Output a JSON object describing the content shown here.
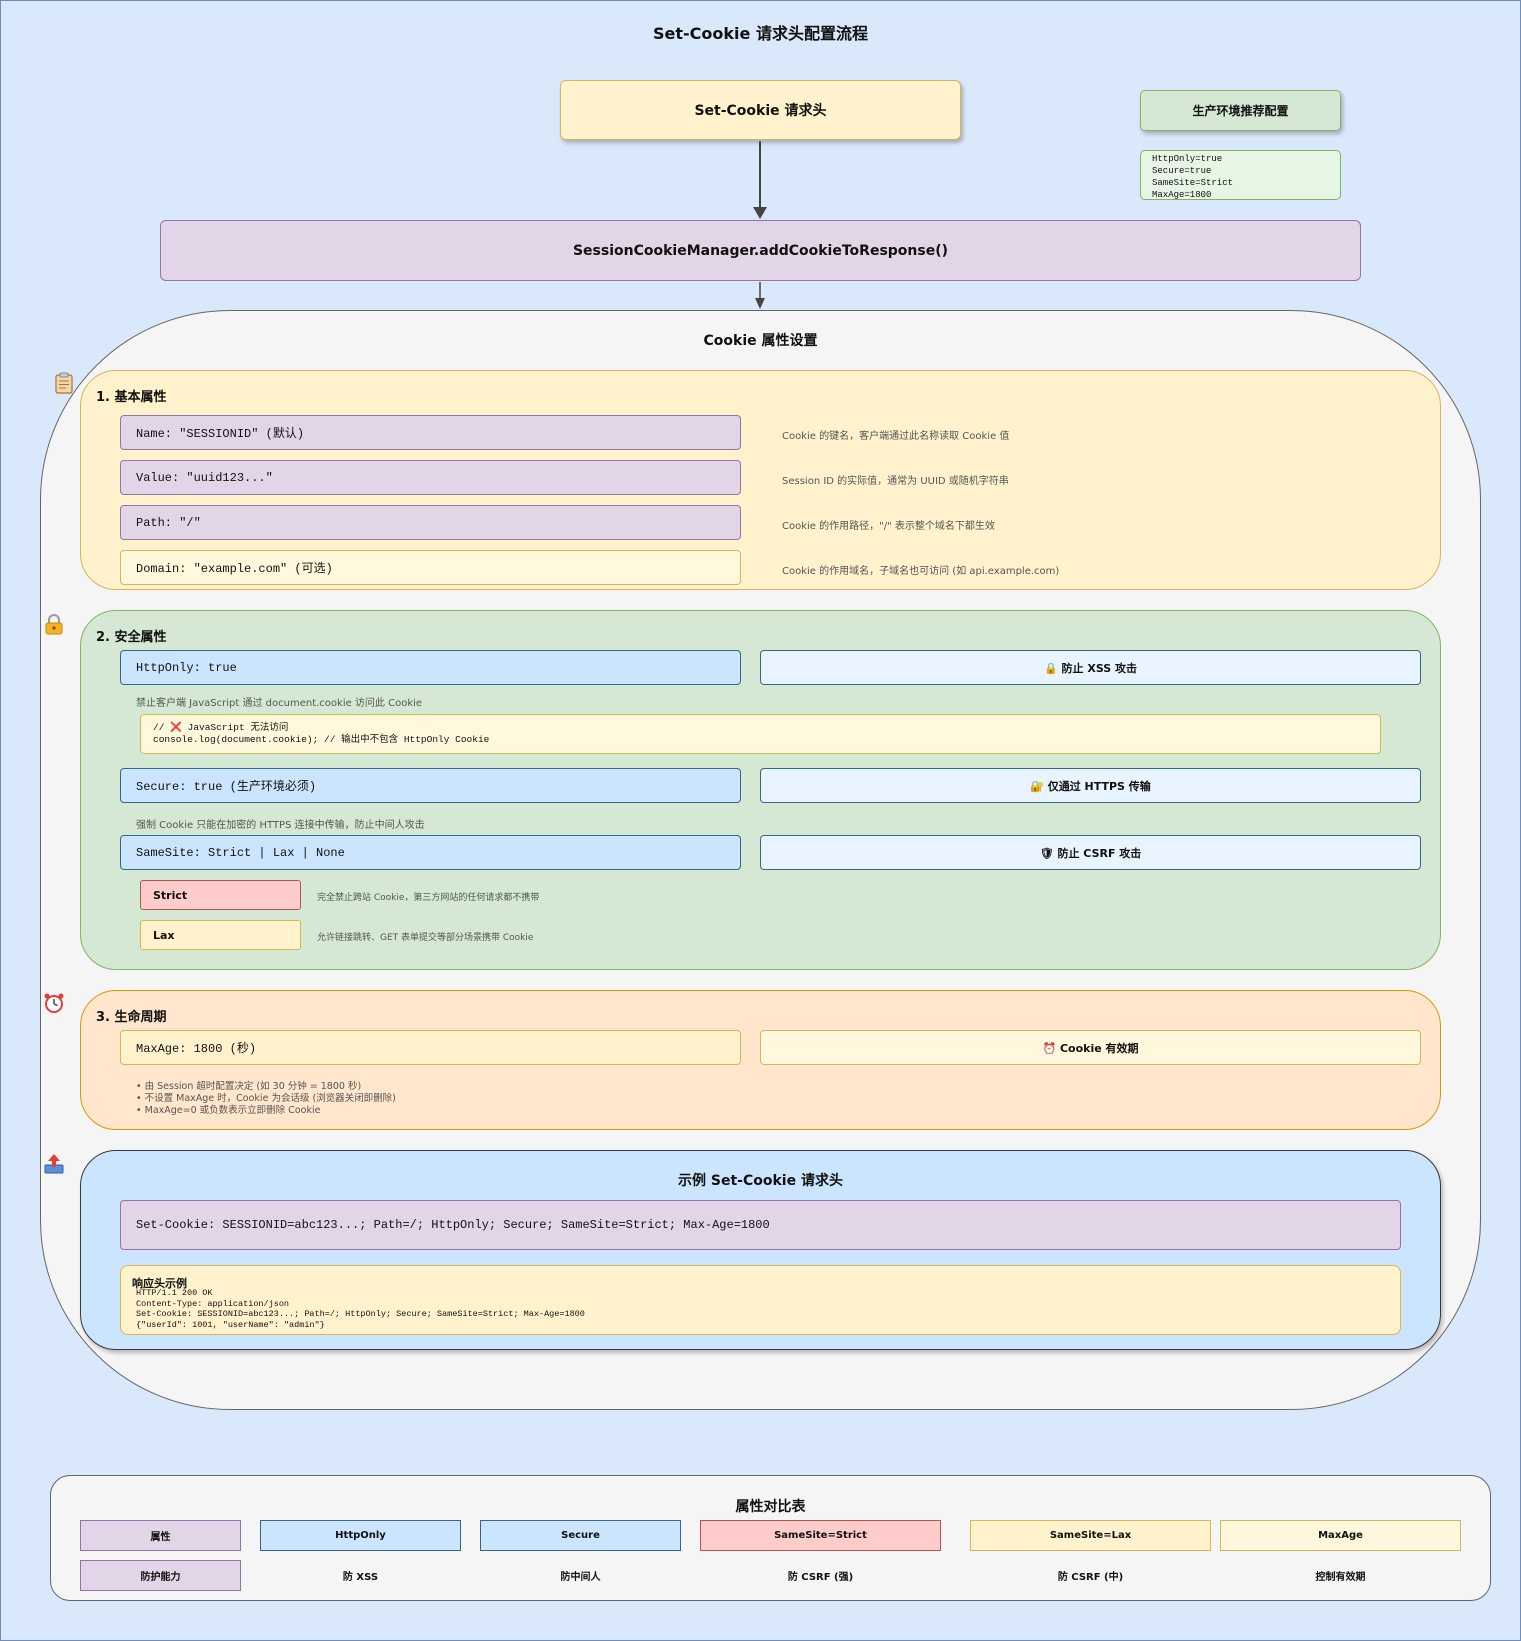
{
  "title": "Set-Cookie 请求头配置流程",
  "header": {
    "label": "Set-Cookie 请求头"
  },
  "production": {
    "title": "生产环境推荐配置",
    "code": "HttpOnly=true\nSecure=true\nSameSite=Strict\nMaxAge=1800"
  },
  "manager": {
    "label": "SessionCookieManager.addCookieToResponse()"
  },
  "cookie_settings": {
    "title": "Cookie 属性设置",
    "basic": {
      "title": "1. 基本属性",
      "items": [
        {
          "attr": "Name: \"SESSIONID\" (默认)",
          "desc": "Cookie 的键名，客户端通过此名称读取 Cookie 值"
        },
        {
          "attr": "Value: \"uuid123...\"",
          "desc": "Session ID 的实际值，通常为 UUID 或随机字符串"
        },
        {
          "attr": "Path: \"/\"",
          "desc": "Cookie 的作用路径，\"/\" 表示整个域名下都生效"
        },
        {
          "attr": "Domain: \"example.com\" (可选)",
          "desc": "Cookie 的作用域名，子域名也可访问 (如 api.example.com)"
        }
      ]
    },
    "security": {
      "title": "2. 安全属性",
      "httponly": {
        "attr": "HttpOnly: true",
        "badge": "🔒 防止 XSS 攻击",
        "desc": "禁止客户端 JavaScript 通过 document.cookie 访问此 Cookie",
        "code": "// ❌ JavaScript 无法访问\nconsole.log(document.cookie); // 输出中不包含 HttpOnly Cookie"
      },
      "secure": {
        "attr": "Secure: true (生产环境必须)",
        "badge": "🔐 仅通过 HTTPS 传输",
        "desc": "强制 Cookie 只能在加密的 HTTPS 连接中传输，防止中间人攻击"
      },
      "samesite": {
        "attr": "SameSite: Strict | Lax | None",
        "badge": "🛡 防止 CSRF 攻击",
        "strict_label": "Strict",
        "strict_desc": "完全禁止跨站 Cookie，第三方网站的任何请求都不携带",
        "lax_label": "Lax",
        "lax_desc": "允许链接跳转、GET 表单提交等部分场景携带 Cookie"
      }
    },
    "lifecycle": {
      "title": "3. 生命周期",
      "attr": "MaxAge: 1800 (秒)",
      "badge": "⏰ Cookie 有效期",
      "notes": "• 由 Session 超时配置决定 (如 30 分钟 = 1800 秒)\n• 不设置 MaxAge 时，Cookie 为会话级 (浏览器关闭即删除)\n• MaxAge=0 或负数表示立即删除 Cookie"
    },
    "example": {
      "title": "示例 Set-Cookie 请求头",
      "header_line": "Set-Cookie: SESSIONID=abc123...; Path=/; HttpOnly; Secure; SameSite=Strict; Max-Age=1800",
      "response_title": "响应头示例",
      "response_code": "HTTP/1.1 200 OK\nContent-Type: application/json\nSet-Cookie: SESSIONID=abc123...; Path=/; HttpOnly; Secure; SameSite=Strict; Max-Age=1800\n{\"userId\": 1001, \"userName\": \"admin\"}"
    }
  },
  "comparison": {
    "title": "属性对比表",
    "header_row": [
      "属性",
      "HttpOnly",
      "Secure",
      "SameSite=Strict",
      "SameSite=Lax",
      "MaxAge"
    ],
    "value_row": [
      "防护能力",
      "防 XSS",
      "防中间人",
      "防 CSRF (强)",
      "防 CSRF (中)",
      "控制有效期"
    ]
  },
  "icons": [
    "clipboard-icon",
    "lock-icon",
    "alarm-clock-icon",
    "outbox-tray-icon"
  ]
}
